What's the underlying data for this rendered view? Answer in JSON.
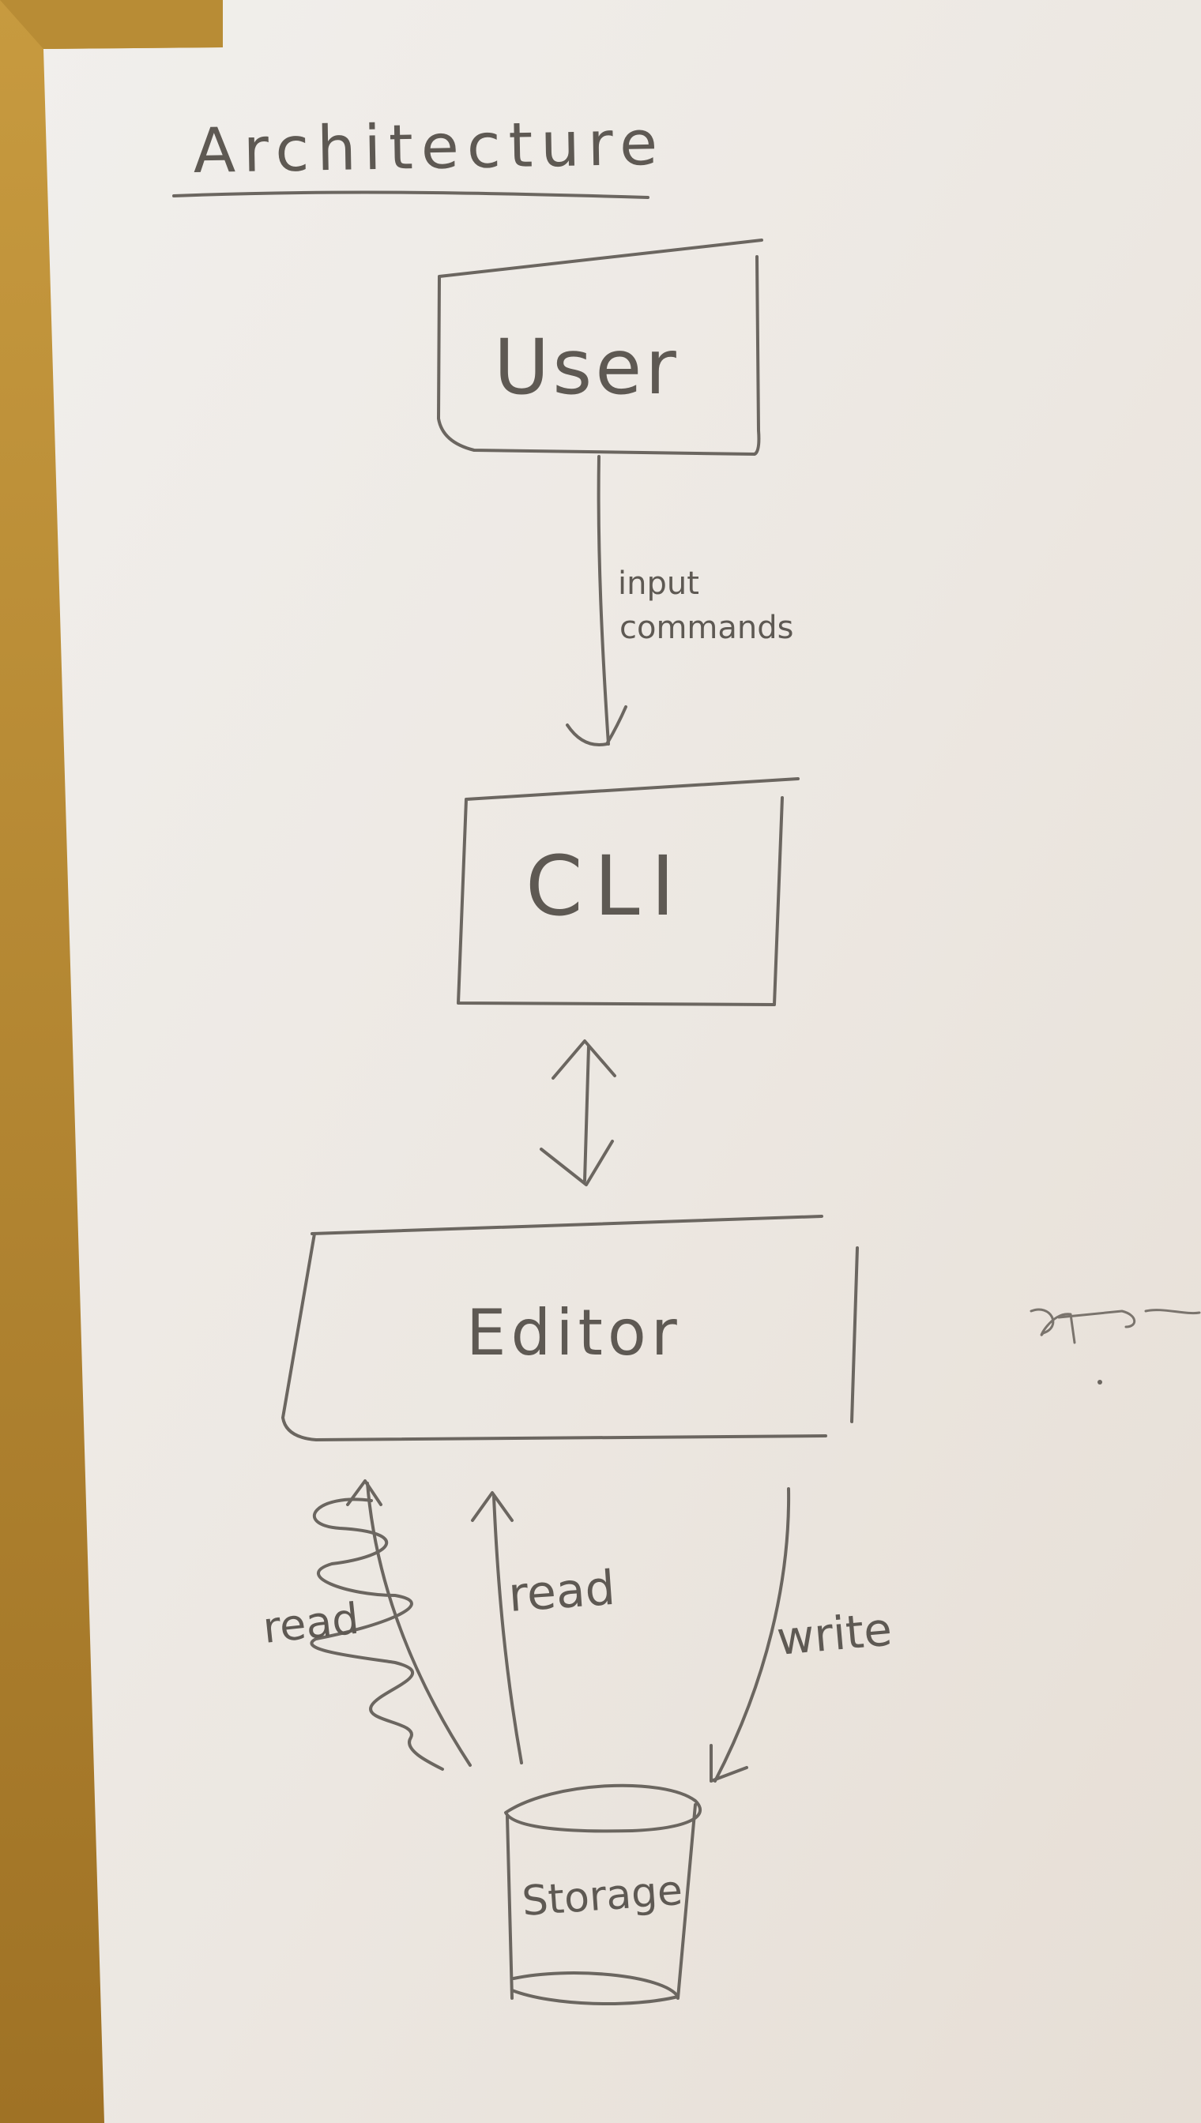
{
  "diagram": {
    "title": "Architecture",
    "nodes": {
      "user": "User",
      "cli": "CLI",
      "editor": "Editor",
      "storage": "Storage"
    },
    "edges": {
      "user_to_cli_line1": "input",
      "user_to_cli_line2": "commands",
      "storage_to_editor_crossed": "read",
      "storage_to_editor": "read",
      "editor_to_storage": "write"
    }
  },
  "colors": {
    "paper": "#efebe6",
    "table": "#b98d36",
    "pencil": "#6b6660"
  }
}
